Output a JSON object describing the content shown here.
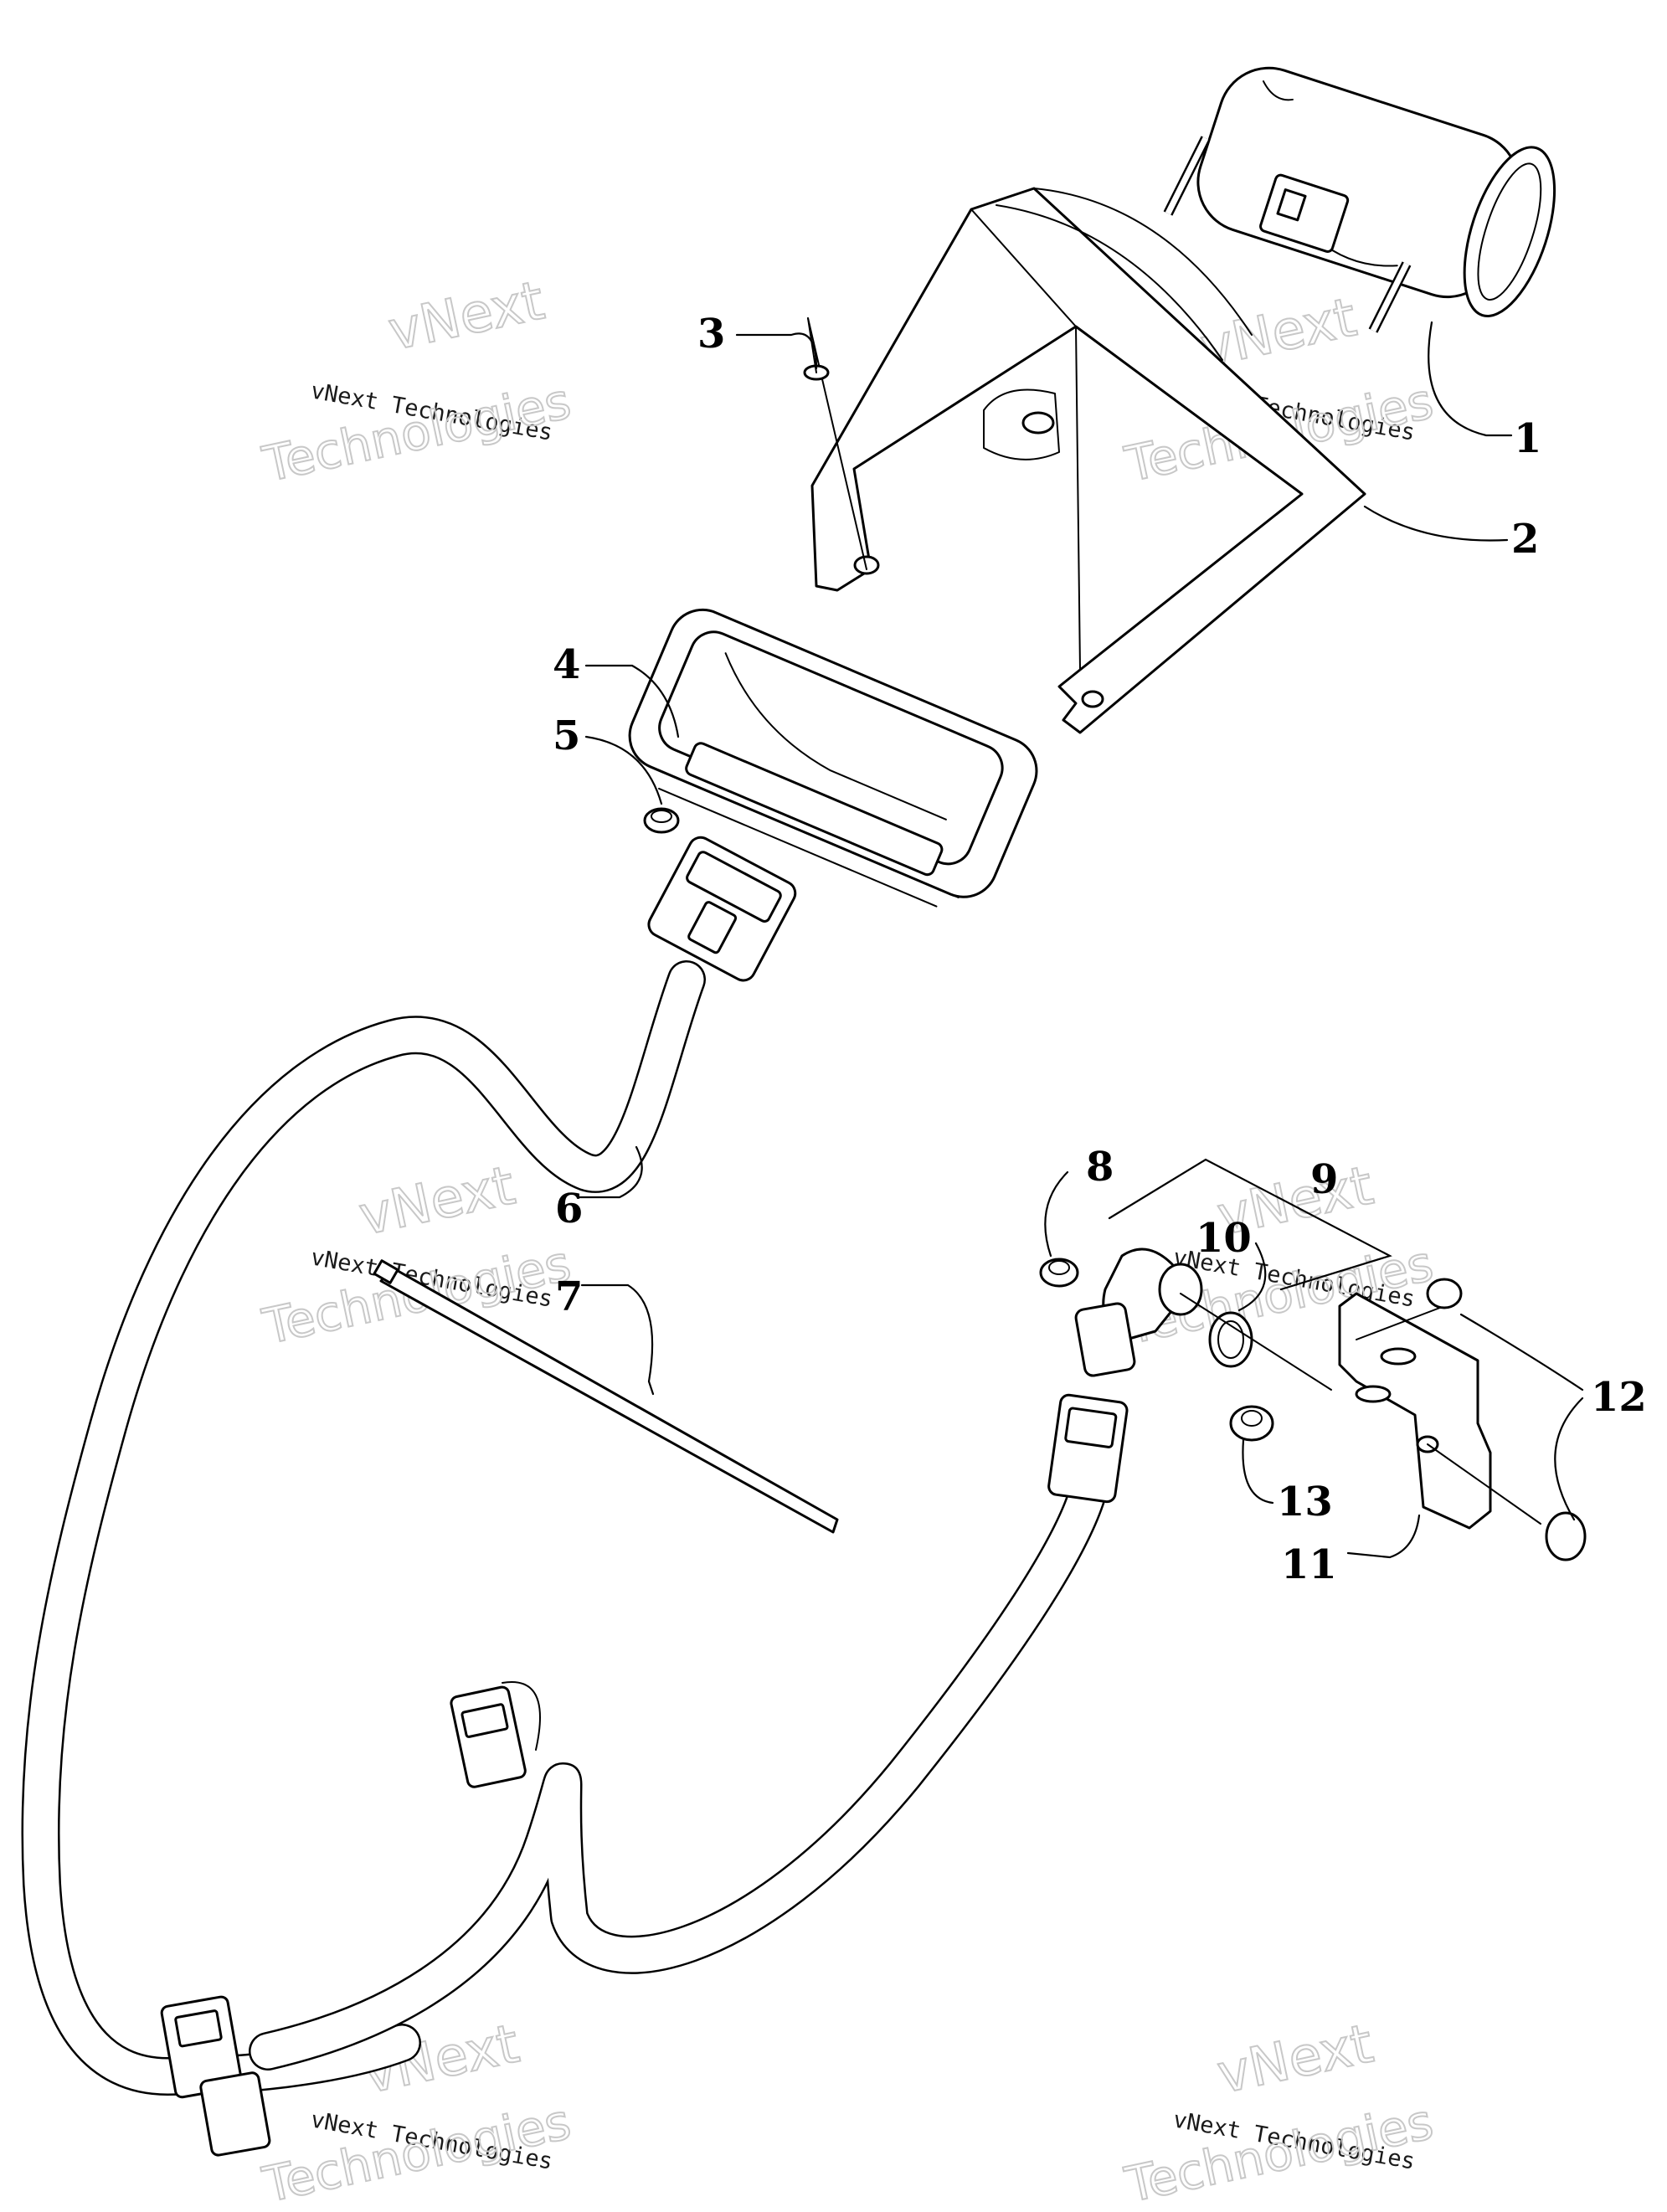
{
  "callouts": [
    {
      "id": "1",
      "label": "1"
    },
    {
      "id": "2",
      "label": "2"
    },
    {
      "id": "3",
      "label": "3"
    },
    {
      "id": "4",
      "label": "4"
    },
    {
      "id": "5",
      "label": "5"
    },
    {
      "id": "6",
      "label": "6"
    },
    {
      "id": "7",
      "label": "7"
    },
    {
      "id": "8",
      "label": "8"
    },
    {
      "id": "9",
      "label": "9"
    },
    {
      "id": "10",
      "label": "10"
    },
    {
      "id": "11",
      "label": "11"
    },
    {
      "id": "12",
      "label": "12"
    },
    {
      "id": "13",
      "label": "13"
    }
  ],
  "watermark": {
    "line1": "vNext",
    "line2": "vNext Technologies",
    "line3": "Technologies"
  }
}
